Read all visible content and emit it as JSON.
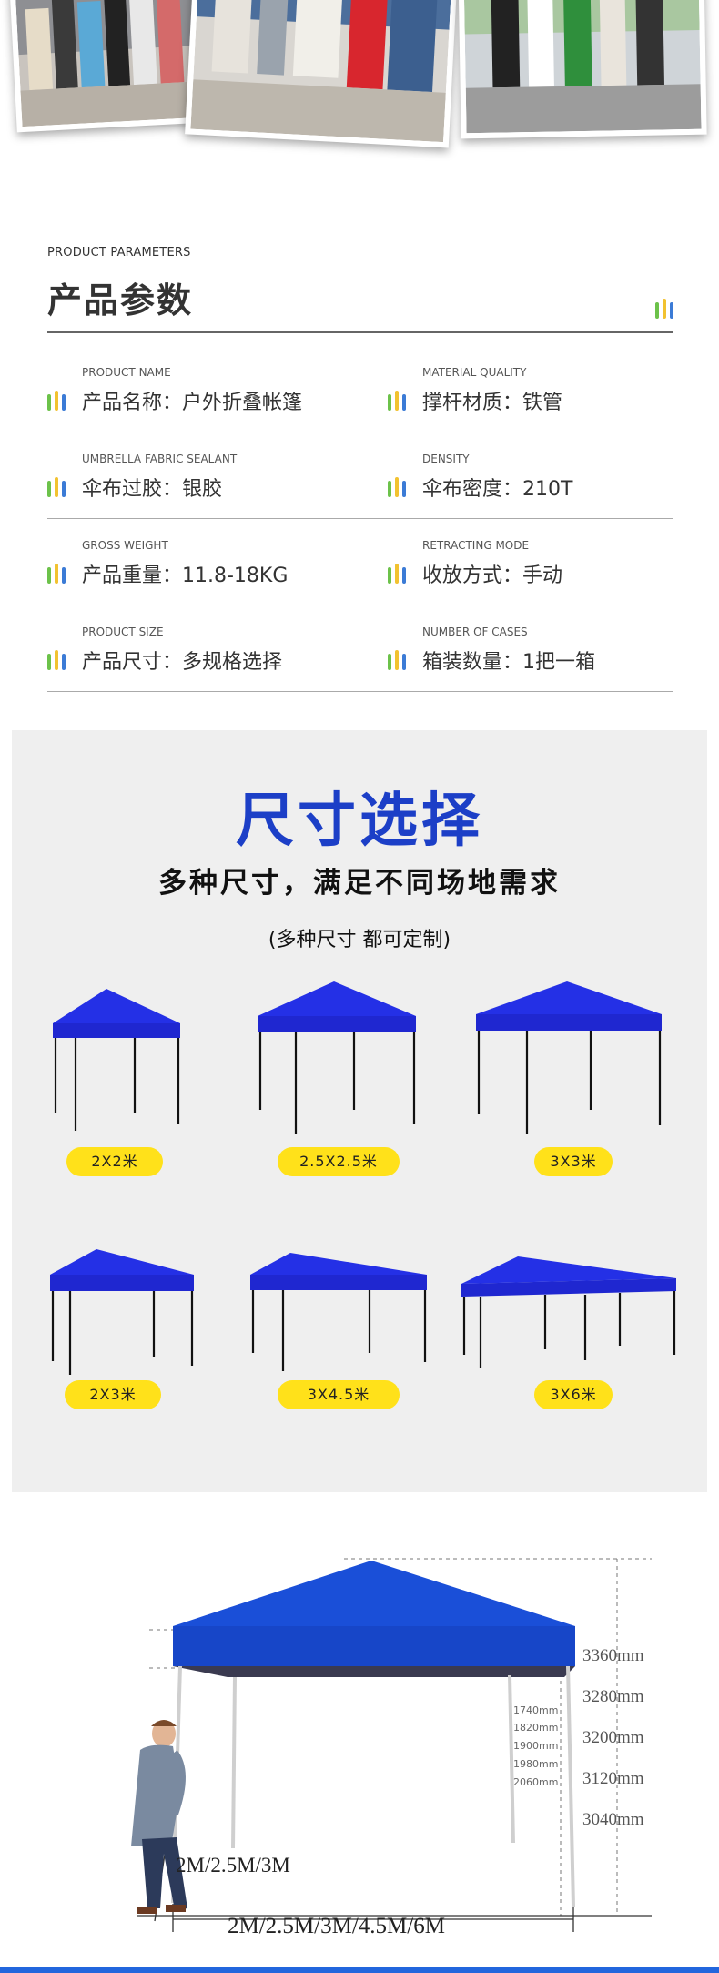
{
  "colors": {
    "accent_blue": "#1c3fc7",
    "canopy_blue": "#1f2fe0",
    "badge_yellow": "#ffe11a",
    "bar_green": "#6cc24a",
    "bar_yellow": "#f2c230",
    "bar_blue": "#3b7bd6",
    "panel_gray": "#efefef"
  },
  "photos": [
    {
      "name": "crowd-photo-left"
    },
    {
      "name": "crowd-photo-middle"
    },
    {
      "name": "crowd-photo-right"
    }
  ],
  "parameters": {
    "header_en": "PRODUCT PARAMETERS",
    "header_zh": "产品参数",
    "deco_icon": "three-bars-icon",
    "rows": [
      [
        {
          "en": "PRODUCT NAME",
          "zh": "产品名称：户外折叠帐篷"
        },
        {
          "en": "MATERIAL QUALITY",
          "zh": "撑杆材质：铁管"
        }
      ],
      [
        {
          "en": "UMBRELLA FABRIC SEALANT",
          "zh": "伞布过胶：银胶"
        },
        {
          "en": "DENSITY",
          "zh": "伞布密度：210T"
        }
      ],
      [
        {
          "en": "GROSS WEIGHT",
          "zh": "产品重量：11.8-18KG"
        },
        {
          "en": "RETRACTING MODE",
          "zh": "收放方式：手动"
        }
      ],
      [
        {
          "en": "PRODUCT SIZE",
          "zh": "产品尺寸：多规格选择"
        },
        {
          "en": "NUMBER OF CASES",
          "zh": "箱装数量：1把一箱"
        }
      ]
    ]
  },
  "sizes": {
    "title": "尺寸选择",
    "subtitle": "多种尺寸，满足不同场地需求",
    "note": "(多种尺寸 都可定制)",
    "options": [
      {
        "label": "2X2米"
      },
      {
        "label": "2.5X2.5米"
      },
      {
        "label": "3X3米"
      },
      {
        "label": "2X3米"
      },
      {
        "label": "3X4.5米"
      },
      {
        "label": "3X6米"
      }
    ]
  },
  "diagram": {
    "heights_total": [
      "3360mm",
      "3280mm",
      "3200mm",
      "3120mm",
      "3040mm"
    ],
    "heights_eave": [
      "1740mm",
      "1820mm",
      "1900mm",
      "1980mm",
      "2060mm"
    ],
    "depth_label": "2M/2.5M/3M",
    "width_label": "2M/2.5M/3M/4.5M/6M"
  }
}
